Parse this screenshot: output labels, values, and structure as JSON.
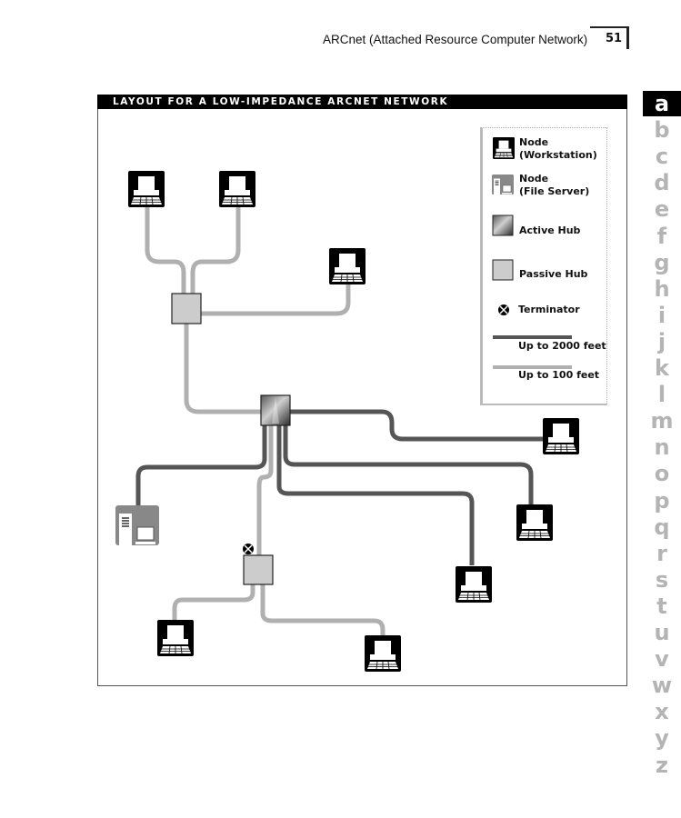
{
  "header": {
    "running_title": "ARCnet (Attached Resource Computer Network)",
    "page_number": "51"
  },
  "figure": {
    "title": "LAYOUT FOR A LOW-IMPEDANCE ARCNET NETWORK",
    "colors": {
      "long_cable": "#555555",
      "short_cable": "#b0b0b0",
      "passive_hub": "#cccccc",
      "workstation": "#000000",
      "file_server": "#888888"
    },
    "legend": [
      {
        "icon": "workstation-icon",
        "label": "Node\n(Workstation)"
      },
      {
        "icon": "file-server-icon",
        "label": "Node\n(File Server)"
      },
      {
        "icon": "active-hub-icon",
        "label": "Active Hub"
      },
      {
        "icon": "passive-hub-icon",
        "label": "Passive Hub"
      },
      {
        "icon": "terminator-icon",
        "label": "Terminator"
      },
      {
        "icon": "long-cable-icon",
        "label": "Up to 2000 feet"
      },
      {
        "icon": "short-cable-icon",
        "label": "Up to 100 feet"
      }
    ],
    "nodes": [
      {
        "id": "ws1",
        "type": "workstation"
      },
      {
        "id": "ws2",
        "type": "workstation"
      },
      {
        "id": "ws3",
        "type": "workstation"
      },
      {
        "id": "ws4",
        "type": "workstation"
      },
      {
        "id": "ws5",
        "type": "workstation"
      },
      {
        "id": "ws6",
        "type": "workstation"
      },
      {
        "id": "ws7",
        "type": "workstation"
      },
      {
        "id": "ws8",
        "type": "workstation"
      },
      {
        "id": "fs1",
        "type": "file_server"
      },
      {
        "id": "ph1",
        "type": "passive_hub"
      },
      {
        "id": "ph2",
        "type": "passive_hub"
      },
      {
        "id": "ah1",
        "type": "active_hub"
      },
      {
        "id": "t1",
        "type": "terminator"
      }
    ],
    "links": [
      {
        "from": "ws1",
        "to": "ph1",
        "cable": "short"
      },
      {
        "from": "ws2",
        "to": "ph1",
        "cable": "short"
      },
      {
        "from": "ws3",
        "to": "ph1",
        "cable": "short"
      },
      {
        "from": "ph1",
        "to": "ah1",
        "cable": "short"
      },
      {
        "from": "ah1",
        "to": "ws4",
        "cable": "long"
      },
      {
        "from": "ah1",
        "to": "ws5",
        "cable": "long"
      },
      {
        "from": "ah1",
        "to": "ws6",
        "cable": "long"
      },
      {
        "from": "ah1",
        "to": "fs1",
        "cable": "long"
      },
      {
        "from": "ah1",
        "to": "ph2",
        "cable": "short"
      },
      {
        "from": "ph2",
        "to": "ws7",
        "cable": "short"
      },
      {
        "from": "ph2",
        "to": "ws8",
        "cable": "short"
      }
    ]
  },
  "alphabet_index": {
    "active": "a",
    "letters": [
      "a",
      "b",
      "c",
      "d",
      "e",
      "f",
      "g",
      "h",
      "i",
      "j",
      "k",
      "l",
      "m",
      "n",
      "o",
      "p",
      "q",
      "r",
      "s",
      "t",
      "u",
      "v",
      "w",
      "x",
      "y",
      "z"
    ]
  }
}
